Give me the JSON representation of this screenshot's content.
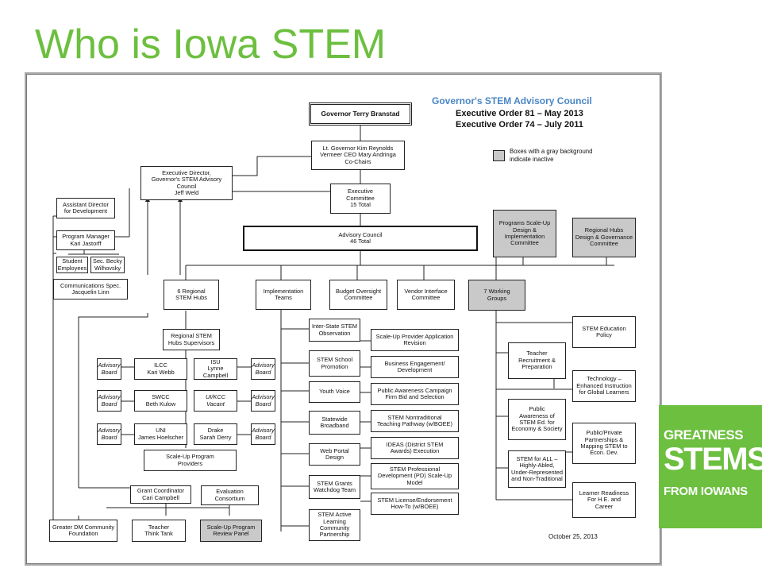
{
  "slide": {
    "title": "Who is Iowa STEM"
  },
  "chart": {
    "council_title": "Governor's STEM Advisory Council",
    "order_1": "Executive Order 81 – May 2013",
    "order_2": "Executive Order 74 – July 2011",
    "legend_text": "Boxes with a gray background\nindicate inactive",
    "date": "October 25, 2013",
    "boxes": {
      "governor": "Governor Terry Branstad",
      "cochairs": "Lt. Governor Kim Reynolds\nVermeer CEO Mary Andringa\nCo-Chairs",
      "exec_director": "Executive Director,\nGovernor's STEM Advisory\nCouncil\nJeff Weld",
      "exec_committee": "Executive\nCommittee\n15 Total",
      "asst_director": "Assistant Director\nfor Development",
      "program_manager": "Program Manager\nKari Jastorff",
      "student_employees": "Student\nEmployees",
      "sec_becky": "Sec. Becky\nWilhovsky",
      "comm_spec": "Communications Spec.\nJacquelin Linn",
      "advisory_council": "Advisory Council\n46 Total",
      "programs_scaleup": "Programs Scale-Up\nDesign &\nImplementation\nCommittee",
      "regional_hubs_design": "Regional Hubs\nDesign & Governance\nCommittee",
      "regional_hubs": "6 Regional\nSTEM Hubs",
      "implementation_teams": "Implementation\nTeams",
      "budget_oversight": "Budget Oversight\nCommittee",
      "vendor_interface": "Vendor Interface\nCommittee",
      "working_groups": "7 Working\nGroups",
      "hubs_supervisors": "Regional STEM\nHubs Supervisors",
      "advisory_board": "Advisory\nBoard",
      "ilcc": "ILCC\nKari Webb",
      "isu": "ISU\nLynne Campbell",
      "swcc": "SWCC\nBeth Kulow",
      "uikcc": "UI/KCC\nVacant",
      "uni": "UNI\nJames Hoelscher",
      "drake": "Drake\nSarah Derry",
      "scaleup_providers": "Scale-Up Program\nProviders",
      "grant_coordinator": "Grant Coordinator\nCari Campbell",
      "evaluation_consortium": "Evaluation\nConsortium",
      "dm_foundation": "Greater DM Community\nFoundation",
      "teacher_think_tank": "Teacher\nThink Tank",
      "review_panel": "Scale-Up Program\nReview Panel",
      "interstate_observation": "Inter-State STEM\nObservation",
      "school_promotion": "STEM School\nPromotion",
      "youth_voice": "Youth Voice",
      "statewide_broadband": "Statewide\nBroadband",
      "web_portal": "Web Portal Design",
      "grants_watchdog": "STEM Grants\nWatchdog Team",
      "active_learning": "STEM Active\nLearning\nCommunity\nPartnership",
      "provider_application": "Scale-Up Provider Application\nRevision",
      "business_engagement": "Business Engagement/\nDevelopment",
      "awareness_campaign": "Public Awareness Campaign\nFirm Bid and Selection",
      "nontraditional_pathway": "STEM Nontraditional\nTeaching Pathway (w/BOEE)",
      "ideas": "IDEAS (District STEM\nAwards) Execution",
      "professional_development": "STEM Professional\nDevelopment (PD) Scale-Up\nModel",
      "license_endorsement": "STEM License/Endorsement\nHow-To (w/BOEE)",
      "teacher_recruitment": "Teacher\nRecruitment &\nPreparation",
      "public_awareness": "Public\nAwareness of\nSTEM Ed. for\nEconomy & Society",
      "stem_for_all": "STEM for ALL –\nHighly-Abled,\nUnder-Represented\nand Non-Traditional",
      "stem_education_policy": "STEM Education\nPolicy",
      "technology_enhanced": "Technology –\nEnhanced Instruction\nfor Global Learners",
      "public_private": "Public/Private\nPartnerships &\nMapping STEM to\nEcon. Dev.",
      "learner_readiness": "Learner Readiness\nFor H.E. and\nCareer"
    }
  },
  "banner": {
    "line1": "GREATNESS",
    "line2": "STEMS",
    "line3": "FROM IOWANS"
  }
}
